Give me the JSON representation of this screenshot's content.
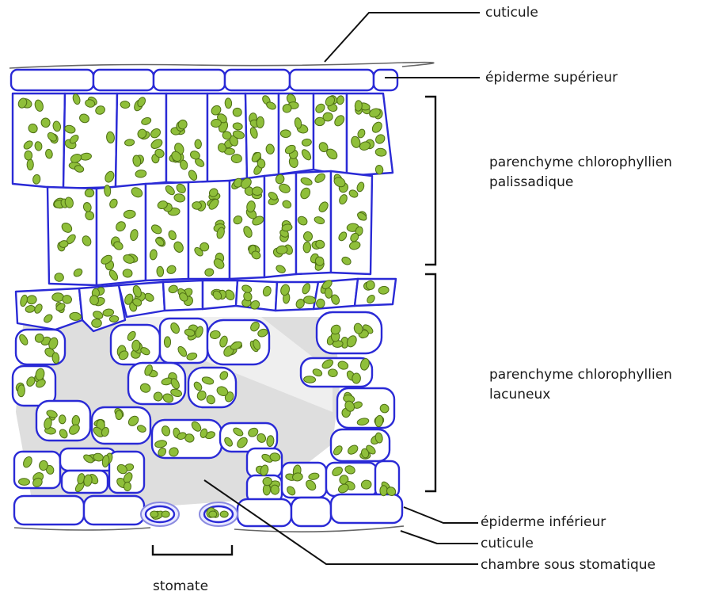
{
  "labels": {
    "cuticle_top": "cuticule",
    "upper_epidermis": "épiderme supérieur",
    "palisade_line1": "parenchyme chlorophyllien",
    "palisade_line2": "palissadique",
    "spongy_line1": "parenchyme chlorophyllien",
    "spongy_line2": "lacuneux",
    "lower_epidermis": "épiderme inférieur",
    "cuticle_bottom": "cuticule",
    "substomatal_chamber": "chambre sous stomatique",
    "stomate": "stomate"
  },
  "colors": {
    "cell_wall": "#2a2ad6",
    "chloroplast": "#8fbf3a",
    "air_space": "#d6d6d6",
    "leader_line": "#111111"
  }
}
